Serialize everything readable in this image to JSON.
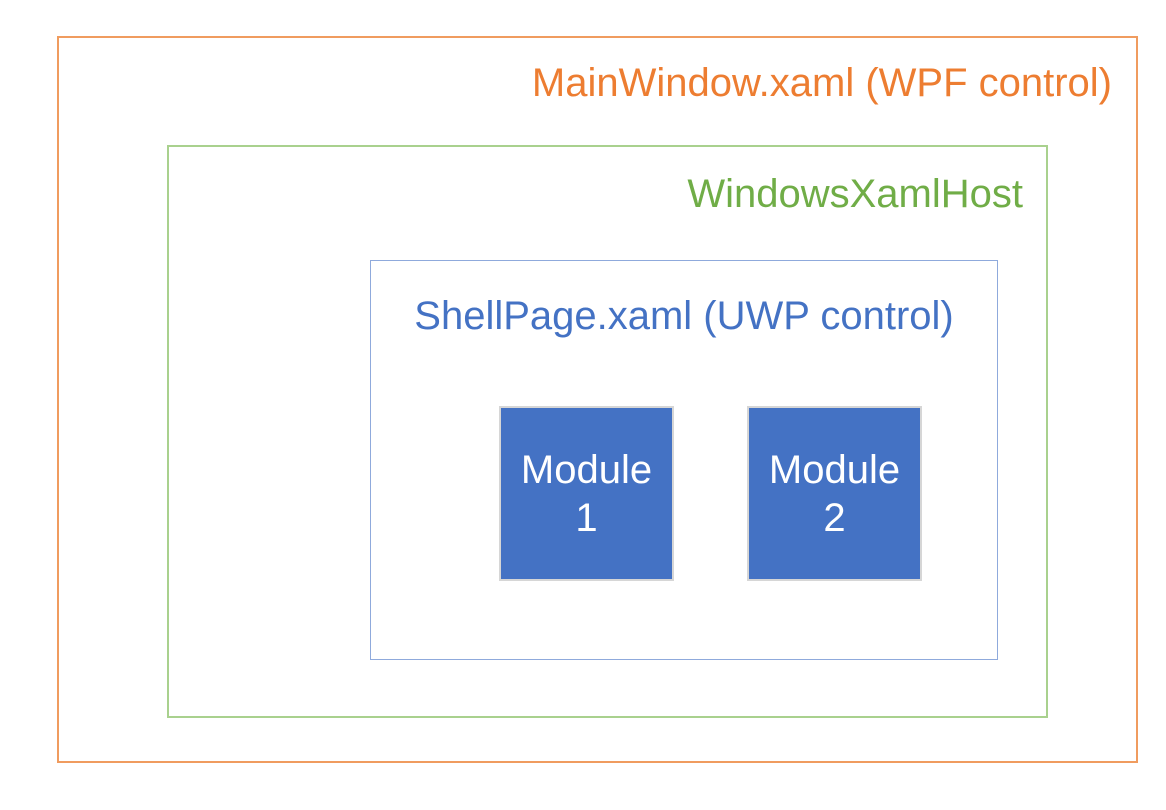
{
  "diagram": {
    "outer_box": {
      "label": "MainWindow.xaml (WPF control)",
      "text_color": "#ED7D31",
      "border_color": "#F09C5F"
    },
    "host_box": {
      "label": "WindowsXamlHost",
      "text_color": "#70AD47",
      "border_color": "#A9D18E"
    },
    "shell_box": {
      "label": "ShellPage.xaml (UWP control)",
      "text_color": "#4472C4",
      "border_color": "#8FAADC"
    },
    "modules": [
      {
        "line1": "Module",
        "line2": "1"
      },
      {
        "line1": "Module",
        "line2": "2"
      }
    ],
    "module_style": {
      "fill_color": "#4472C4",
      "border_color": "#D6D6D6",
      "text_color": "#FFFFFF"
    }
  }
}
